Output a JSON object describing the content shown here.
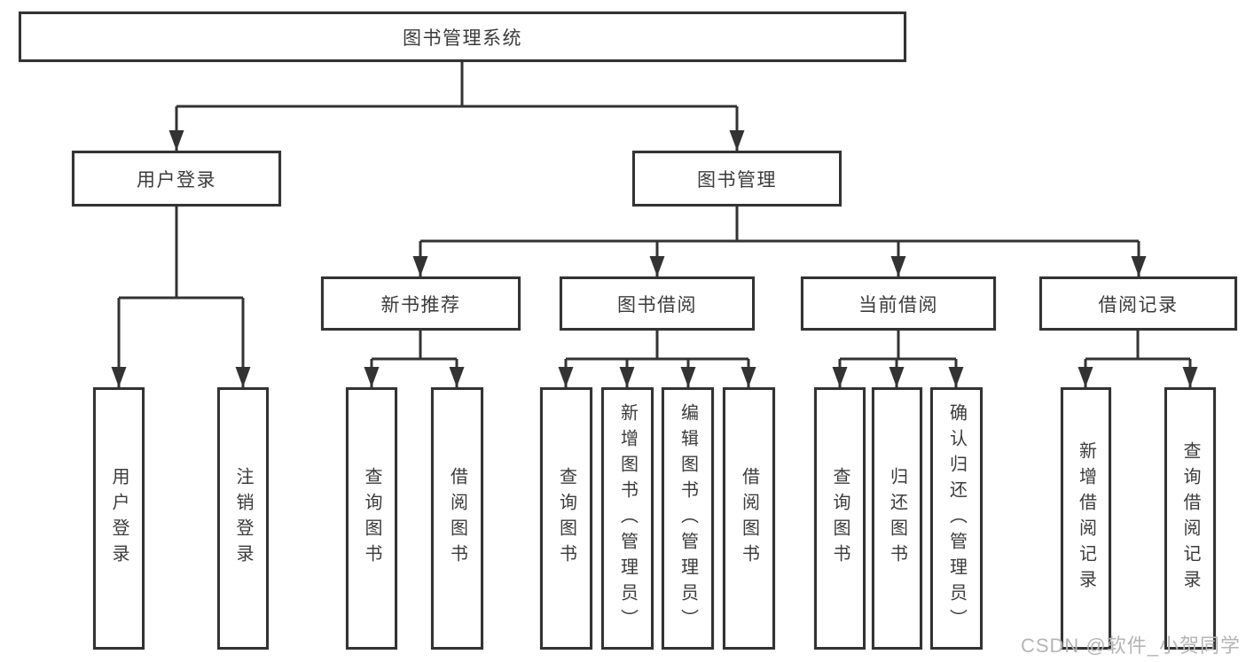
{
  "colors": {
    "ink": "#333333",
    "text": "#3b3b3b",
    "watermark": "#b5b5b5",
    "background": "#ffffff"
  },
  "root": {
    "label": "图书管理系统"
  },
  "level2": [
    {
      "label": "用户登录"
    },
    {
      "label": "图书管理"
    }
  ],
  "level3": [
    {
      "label": "新书推荐",
      "parent": "图书管理"
    },
    {
      "label": "图书借阅",
      "parent": "图书管理"
    },
    {
      "label": "当前借阅",
      "parent": "图书管理"
    },
    {
      "label": "借阅记录",
      "parent": "图书管理"
    }
  ],
  "leaves": [
    {
      "label": "用户登录",
      "parent": "用户登录"
    },
    {
      "label": "注销登录",
      "parent": "用户登录"
    },
    {
      "label": "查询图书",
      "parent": "新书推荐"
    },
    {
      "label": "借阅图书",
      "parent": "新书推荐"
    },
    {
      "label": "查询图书",
      "parent": "图书借阅"
    },
    {
      "label": "新增图书（管理员）",
      "parent": "图书借阅"
    },
    {
      "label": "编辑图书（管理员）",
      "parent": "图书借阅"
    },
    {
      "label": "借阅图书",
      "parent": "图书借阅"
    },
    {
      "label": "查询图书",
      "parent": "当前借阅"
    },
    {
      "label": "归还图书",
      "parent": "当前借阅"
    },
    {
      "label": "确认归还（管理员）",
      "parent": "当前借阅"
    },
    {
      "label": "新增借阅记录",
      "parent": "借阅记录"
    },
    {
      "label": "查询借阅记录",
      "parent": "借阅记录"
    }
  ],
  "watermark": "CSDN @软件_小贺同学"
}
